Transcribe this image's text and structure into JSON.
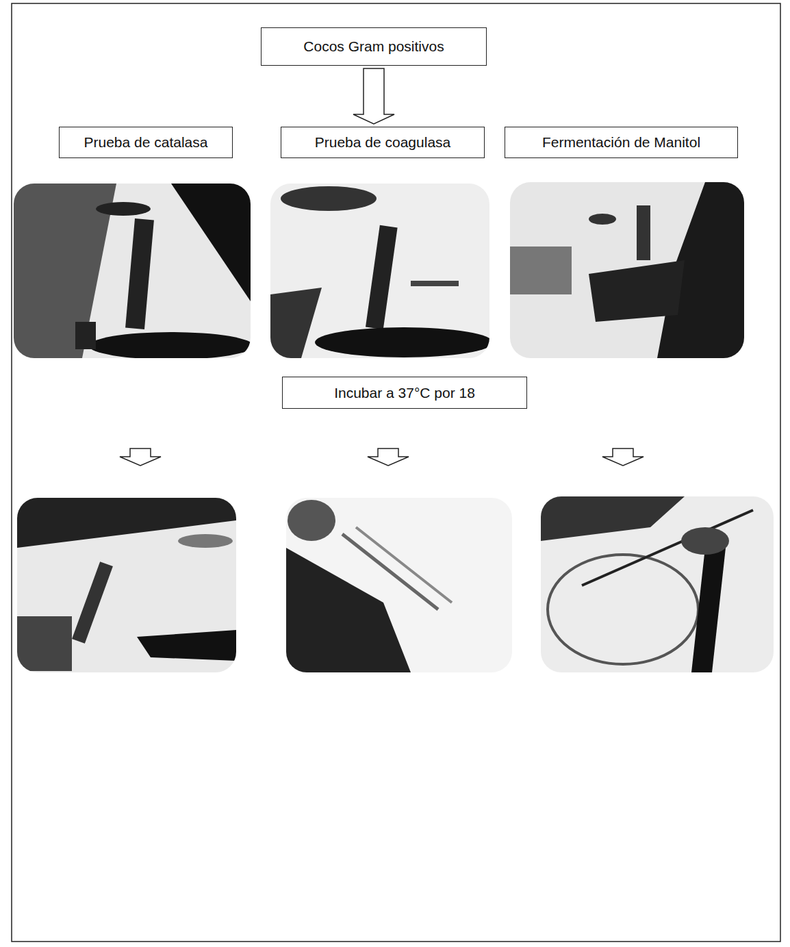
{
  "diagram": {
    "nodes": [
      {
        "text": [
          "Cocos Gram positivos"
        ]
      },
      {
        "text": [
          "Prueba de catalasa"
        ]
      },
      {
        "text": [
          "Prueba de coagulasa"
        ]
      },
      {
        "text": [
          "Fermentación de Manitol"
        ]
      },
      {
        "text": [
          "Incubar a 37°C por 18"
        ]
      }
    ],
    "edges": [
      {
        "from": 0,
        "to": 2,
        "arrow": "to"
      }
    ]
  }
}
